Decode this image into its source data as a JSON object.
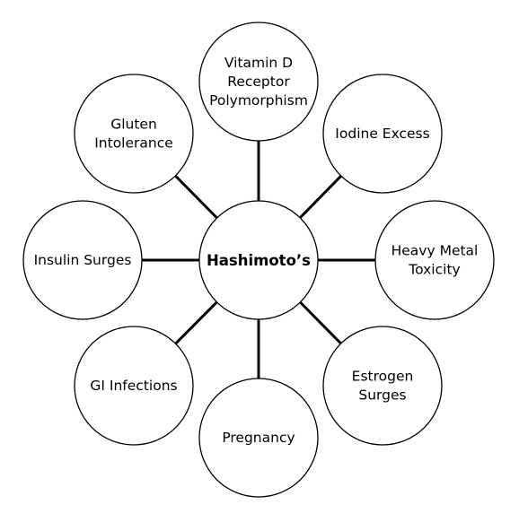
{
  "diagram": {
    "center": {
      "label": "Hashimoto’s"
    },
    "nodes": [
      {
        "id": "vitamin-d",
        "lines": [
          "Vitamin D",
          "Receptor",
          "Polymorphism"
        ]
      },
      {
        "id": "iodine",
        "lines": [
          "Iodine Excess"
        ]
      },
      {
        "id": "heavy-metal",
        "lines": [
          "Heavy Metal",
          "Toxicity"
        ]
      },
      {
        "id": "estrogen",
        "lines": [
          "Estrogen",
          "Surges"
        ]
      },
      {
        "id": "pregnancy",
        "lines": [
          "Pregnancy"
        ]
      },
      {
        "id": "gi-infections",
        "lines": [
          "GI Infections"
        ]
      },
      {
        "id": "insulin",
        "lines": [
          "Insulin Surges"
        ]
      },
      {
        "id": "gluten",
        "lines": [
          "Gluten",
          "Intolerance"
        ]
      }
    ]
  }
}
